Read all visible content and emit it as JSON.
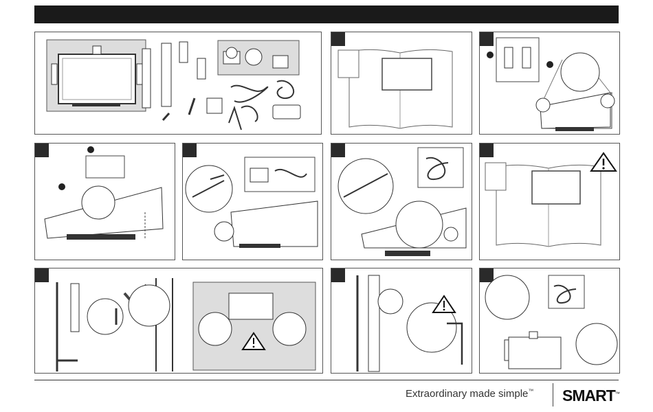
{
  "footer": {
    "tagline": "Extraordinary made simple",
    "tagline_mark": "™",
    "logo_text": "SMART",
    "logo_mark": "™"
  },
  "panels": [
    {
      "id": "parts"
    },
    {
      "id": "step-guide"
    },
    {
      "id": "step-brackets"
    },
    {
      "id": "step-mount"
    },
    {
      "id": "step-cables"
    },
    {
      "id": "step-connect"
    },
    {
      "id": "step-guide-warning"
    },
    {
      "id": "step-secure"
    },
    {
      "id": "step-lock"
    },
    {
      "id": "step-final"
    }
  ]
}
